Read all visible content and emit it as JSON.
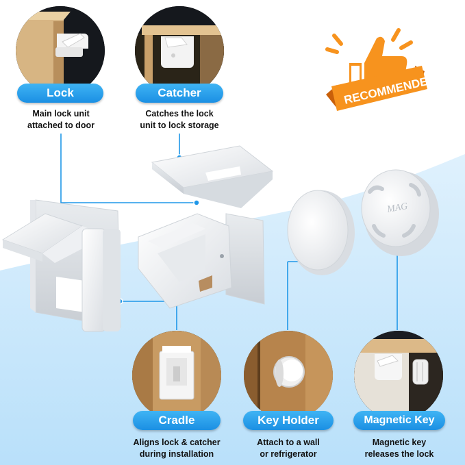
{
  "badge": {
    "text": "RECOMMENDED",
    "color": "#f7931e"
  },
  "accent_color": "#1f97e8",
  "features": [
    {
      "label": "Lock",
      "desc_line1": "Main lock unit",
      "desc_line2": "attached to door"
    },
    {
      "label": "Catcher",
      "desc_line1": "Catches the lock",
      "desc_line2": "unit to lock storage"
    },
    {
      "label": "Cradle",
      "desc_line1": "Aligns lock & catcher",
      "desc_line2": "during installation"
    },
    {
      "label": "Key Holder",
      "desc_line1": "Attach to a wall",
      "desc_line2": "or refrigerator"
    },
    {
      "label": "Magnetic Key",
      "desc_line1": "Magnetic key",
      "desc_line2": "releases the lock"
    }
  ],
  "key_embossed_text": "MAG"
}
